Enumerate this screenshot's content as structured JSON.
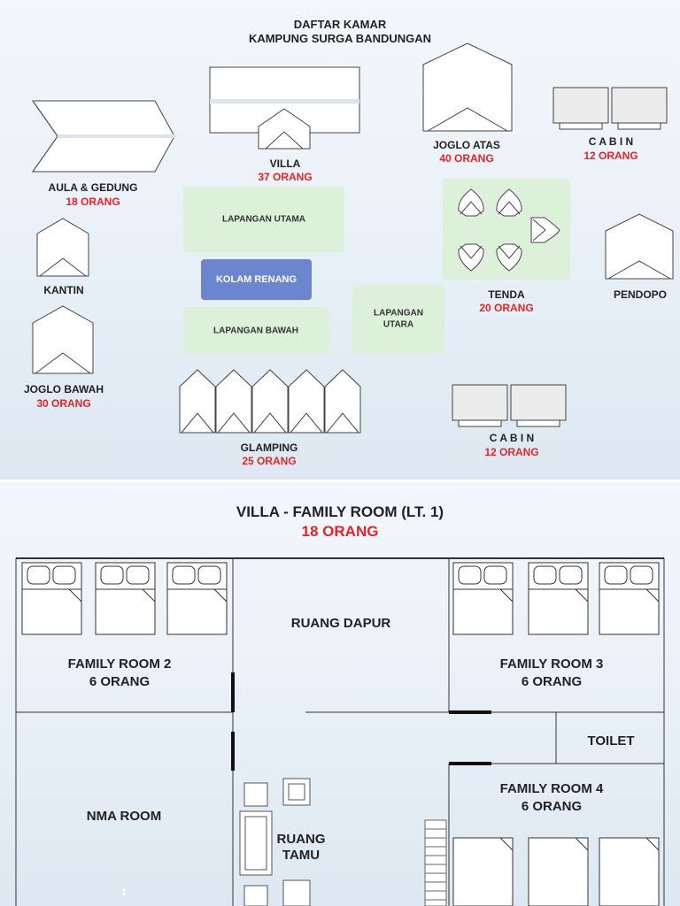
{
  "site": {
    "title_line1": "DAFTAR KAMAR",
    "title_line2": "KAMPUNG SURGA BANDUNGAN",
    "aula": {
      "name": "AULA & GEDUNG",
      "capacity": "18 ORANG"
    },
    "villa": {
      "name": "VILLA",
      "capacity": "37 ORANG"
    },
    "joglo_atas": {
      "name": "JOGLO ATAS",
      "capacity": "40 ORANG"
    },
    "cabin_top": {
      "name": "C A B I N",
      "capacity": "12 ORANG"
    },
    "kantin": {
      "name": "KANTIN"
    },
    "joglo_bawah": {
      "name": "JOGLO BAWAH",
      "capacity": "30 ORANG"
    },
    "tenda": {
      "name": "TENDA",
      "capacity": "20 ORANG"
    },
    "pendopo": {
      "name": "PENDOPO"
    },
    "glamping": {
      "name": "GLAMPING",
      "capacity": "25 ORANG"
    },
    "cabin_bottom": {
      "name": "C A B I N",
      "capacity": "12 ORANG"
    },
    "lapangan_utama": "LAPANGAN UTAMA",
    "kolam_renang": "KOLAM RENANG",
    "lapangan_bawah": "LAPANGAN BAWAH",
    "lapangan_utara_line1": "LAPANGAN",
    "lapangan_utara_line2": "UTARA"
  },
  "floorplan": {
    "title": "VILLA - FAMILY ROOM (LT. 1)",
    "capacity": "18 ORANG",
    "family_room_2": {
      "name": "FAMILY ROOM 2",
      "capacity": "6 ORANG"
    },
    "family_room_3": {
      "name": "FAMILY ROOM 3",
      "capacity": "6 ORANG"
    },
    "family_room_4": {
      "name": "FAMILY ROOM 4",
      "capacity": "6 ORANG"
    },
    "ruang_dapur": "RUANG DAPUR",
    "toilet": "TOILET",
    "nma_room": "NMA ROOM",
    "ruang_tamu_line1": "RUANG",
    "ruang_tamu_line2": "TAMU",
    "page_number": "1"
  },
  "colors": {
    "capacity_red": "#e8232a",
    "zone_green": "#dcf0da",
    "pool_blue": "#6b85cf"
  }
}
